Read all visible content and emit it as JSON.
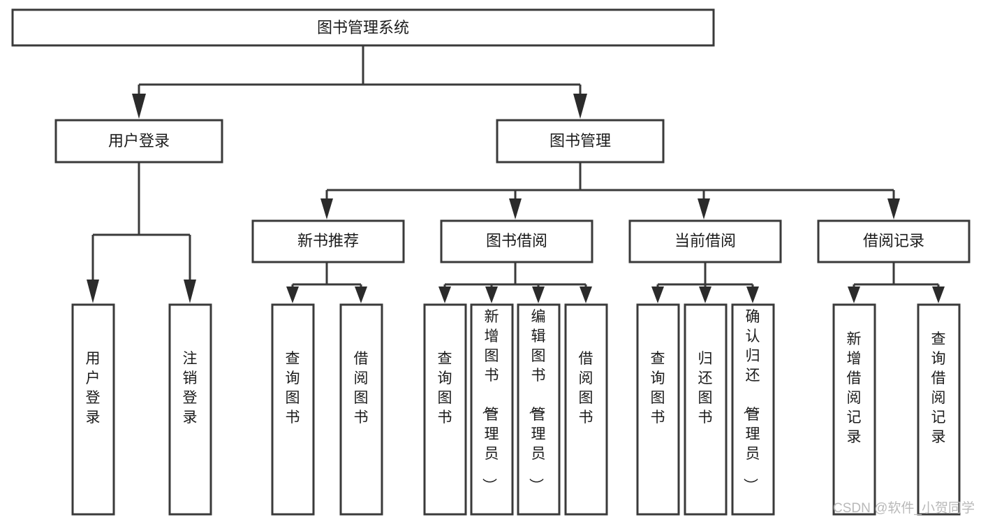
{
  "diagram": {
    "title_node": {
      "id": "root",
      "label": "图书管理系统"
    },
    "level1": [
      {
        "id": "user-login",
        "label": "用户登录"
      },
      {
        "id": "book-management",
        "label": "图书管理"
      }
    ],
    "level2": [
      {
        "id": "new-book-recommend",
        "label": "新书推荐",
        "parent": "book-management"
      },
      {
        "id": "book-borrow",
        "label": "图书借阅",
        "parent": "book-management"
      },
      {
        "id": "current-borrow",
        "label": "当前借阅",
        "parent": "book-management"
      },
      {
        "id": "borrow-record",
        "label": "借阅记录",
        "parent": "book-management"
      }
    ],
    "leaves": {
      "user-login": [
        {
          "id": "leaf-user-login",
          "label": "用户登录"
        },
        {
          "id": "leaf-logout-login",
          "label": "注销登录"
        }
      ],
      "new-book-recommend": [
        {
          "id": "leaf-query-book-1",
          "label": "查询图书"
        },
        {
          "id": "leaf-borrow-book-1",
          "label": "借阅图书"
        }
      ],
      "book-borrow": [
        {
          "id": "leaf-query-book-2",
          "label": "查询图书"
        },
        {
          "id": "leaf-add-book",
          "label": "新增图书（管理员）"
        },
        {
          "id": "leaf-edit-book",
          "label": "编辑图书（管理员）"
        },
        {
          "id": "leaf-borrow-book-2",
          "label": "借阅图书"
        }
      ],
      "current-borrow": [
        {
          "id": "leaf-query-book-3",
          "label": "查询图书"
        },
        {
          "id": "leaf-return-book",
          "label": "归还图书"
        },
        {
          "id": "leaf-confirm-return",
          "label": "确认归还（管理员）"
        }
      ],
      "borrow-record": [
        {
          "id": "leaf-add-record",
          "label": "新增借阅记录"
        },
        {
          "id": "leaf-query-record",
          "label": "查询借阅记录"
        }
      ]
    },
    "colors": {
      "background": "#ffffff",
      "box_fill": "#ffffff",
      "box_stroke": "#3a3a3a",
      "connector": "#3a3a3a",
      "text": "#1b1b1b",
      "watermark": "#b9b9b9"
    }
  },
  "watermark": {
    "label": "CSDN @软件_小贺同学"
  }
}
